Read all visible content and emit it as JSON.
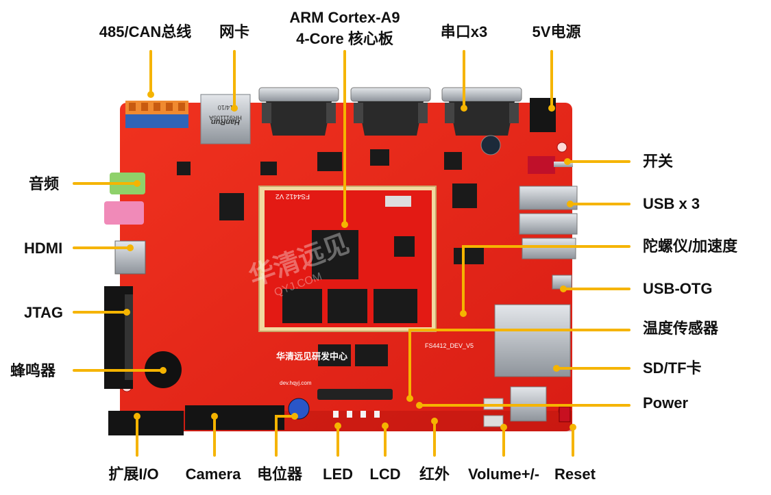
{
  "labels": {
    "can485": "485/CAN总线",
    "ethernet": "网卡",
    "core_line1": "ARM Cortex-A9",
    "core_line2": "4-Core 核心板",
    "serial": "串口x3",
    "power_5v": "5V电源",
    "switch": "开关",
    "usb3": "USB x 3",
    "gyro": "陀螺仪/加速度",
    "usb_otg": "USB-OTG",
    "temp_sensor": "温度传感器",
    "sd_tf": "SD/TF卡",
    "power": "Power",
    "audio": "音频",
    "hdmi": "HDMI",
    "jtag": "JTAG",
    "buzzer": "蜂鸣器",
    "expansion_io": "扩展I/O",
    "camera": "Camera",
    "potentiometer": "电位器",
    "led": "LED",
    "lcd": "LCD",
    "infrared": "红外",
    "volume": "Volume+/-",
    "reset": "Reset"
  },
  "board_text": {
    "brand": "华清远见研发中心",
    "core_model": "FS4412 V2",
    "board_model": "FS4412_DEV_V5",
    "website": "dev.hqyj.com",
    "watermark": "华清远见",
    "watermark_sub": "QYJ.COM",
    "eth_brand": "HanRun",
    "eth_model": "HR911105A",
    "eth_date": "14/10"
  },
  "colors": {
    "pcb": "#e8231c",
    "pcb_dark": "#c41510",
    "leader": "#f5b400",
    "chip": "#1a1a1a",
    "metal": "#b9bec4",
    "text": "#111111"
  }
}
